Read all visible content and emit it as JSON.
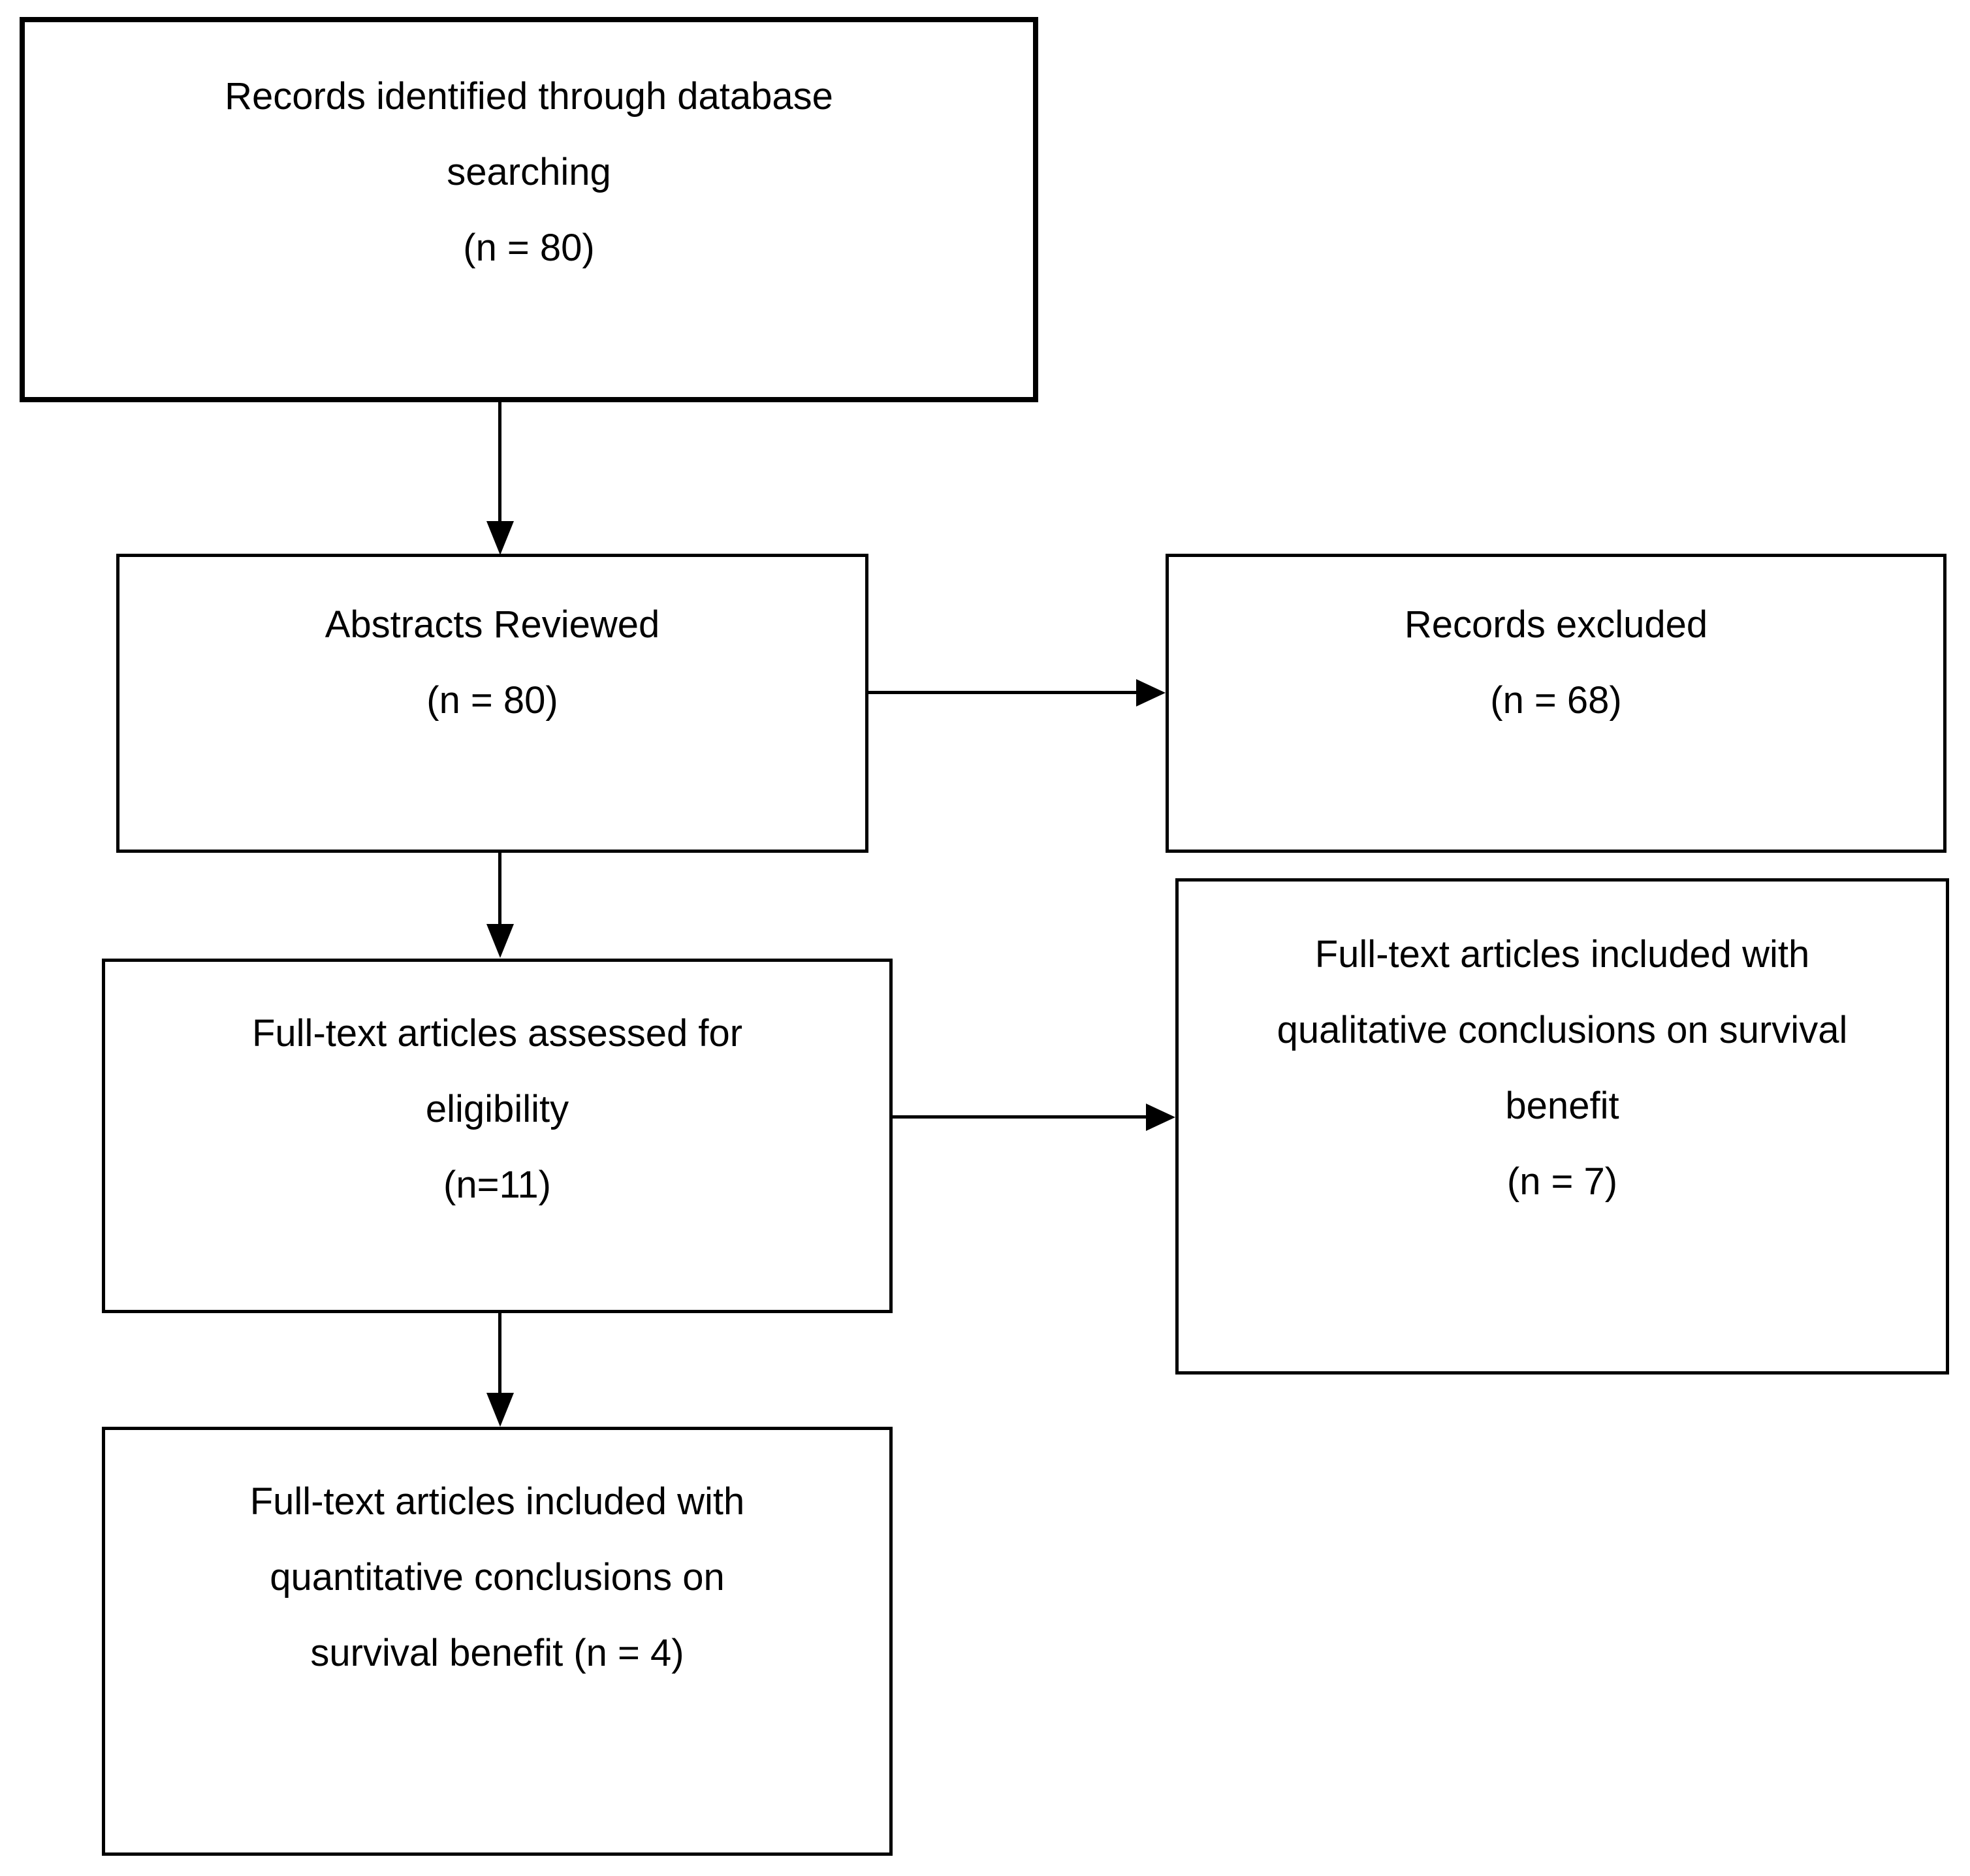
{
  "diagram_type": "flowchart",
  "colors": {
    "background": "#ffffff",
    "line": "#000000",
    "text": "#000000"
  },
  "nodes": {
    "records_identified": {
      "lines": [
        "Records identified through database",
        "searching",
        "(n = 80)"
      ]
    },
    "abstracts_reviewed": {
      "lines": [
        "Abstracts Reviewed",
        "(n = 80)"
      ]
    },
    "records_excluded": {
      "lines": [
        "Records excluded",
        "(n = 68)"
      ]
    },
    "fulltext_assessed": {
      "lines": [
        "Full-text articles assessed for",
        "eligibility",
        "(n=11)"
      ]
    },
    "fulltext_qualitative": {
      "lines": [
        "Full-text articles included with",
        "qualitative conclusions on survival",
        "benefit",
        "(n = 7)"
      ]
    },
    "fulltext_quantitative": {
      "lines": [
        "Full-text articles included with",
        "quantitative conclusions on",
        "survival benefit (n = 4)"
      ]
    }
  },
  "edges": [
    {
      "from": "records_identified",
      "to": "abstracts_reviewed",
      "direction": "down"
    },
    {
      "from": "abstracts_reviewed",
      "to": "records_excluded",
      "direction": "right"
    },
    {
      "from": "abstracts_reviewed",
      "to": "fulltext_assessed",
      "direction": "down"
    },
    {
      "from": "fulltext_assessed",
      "to": "fulltext_qualitative",
      "direction": "right"
    },
    {
      "from": "fulltext_assessed",
      "to": "fulltext_quantitative",
      "direction": "down"
    }
  ]
}
